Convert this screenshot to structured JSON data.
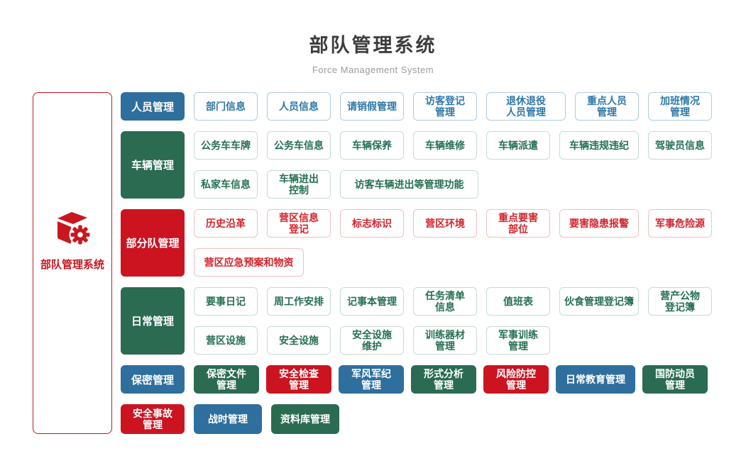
{
  "header": {
    "title": "部队管理系统",
    "subtitle": "Force Management System"
  },
  "root": {
    "label": "部队管理系统",
    "icon": "cube-gear-icon"
  },
  "palette": {
    "blue": "#2E6F9E",
    "green": "#2A6B52",
    "red": "#C9161F",
    "outline_blue_text": "#2E78A8",
    "outline_green_text": "#257053",
    "outline_red_text": "#D5232B",
    "title_text": "#3D3D3D",
    "subtitle_text": "#9B9B9B"
  },
  "sections": [
    {
      "label": "人员管理",
      "color": "blue",
      "lines": [
        [
          "部门信息",
          "人员信息",
          "请销假管理",
          "访客登记\n管理",
          "退休退役\n人员管理",
          "重点人员\n管理",
          "加班情况\n管理"
        ]
      ]
    },
    {
      "label": "车辆管理",
      "color": "green",
      "lines": [
        [
          "公务车车牌",
          "公务车信息",
          "车辆保养",
          "车辆维修",
          "车辆派遣",
          "车辆违规违纪",
          "驾驶员信息"
        ],
        [
          "私家车信息",
          "车辆进出\n控制",
          "访客车辆进出等管理功能"
        ]
      ]
    },
    {
      "label": "部分队管理",
      "color": "red",
      "lines": [
        [
          "历史沿革",
          "营区信息\n登记",
          "标志标识",
          "营区环境",
          "重点要害\n部位",
          "要害隐患报警",
          "军事危险源"
        ],
        [
          "营区应急预案和物资"
        ]
      ]
    },
    {
      "label": "日常管理",
      "color": "green",
      "lines": [
        [
          "要事日记",
          "周工作安排",
          "记事本管理",
          "任务清单\n信息",
          "值班表",
          "伙食管理登记簿",
          "营产公物\n登记簿"
        ],
        [
          "营区设施",
          "安全设施",
          "安全设施\n维护",
          "训练器材\n管理",
          "军事训练\n管理"
        ]
      ]
    },
    {
      "label": "保密管理",
      "color": "blue",
      "solid_items": [
        {
          "label": "保密文件\n管理",
          "color": "green"
        },
        {
          "label": "安全检查\n管理",
          "color": "red"
        },
        {
          "label": "军风军纪\n管理",
          "color": "blue"
        },
        {
          "label": "形式分析\n管理",
          "color": "green"
        },
        {
          "label": "风险防控\n管理",
          "color": "red"
        },
        {
          "label": "日常教育管理",
          "color": "blue"
        },
        {
          "label": "国防动员\n管理",
          "color": "green"
        }
      ]
    }
  ],
  "bottom_row": [
    {
      "label": "安全事故\n管理",
      "color": "red"
    },
    {
      "label": "战时管理",
      "color": "blue"
    },
    {
      "label": "资料库管理",
      "color": "green"
    }
  ]
}
